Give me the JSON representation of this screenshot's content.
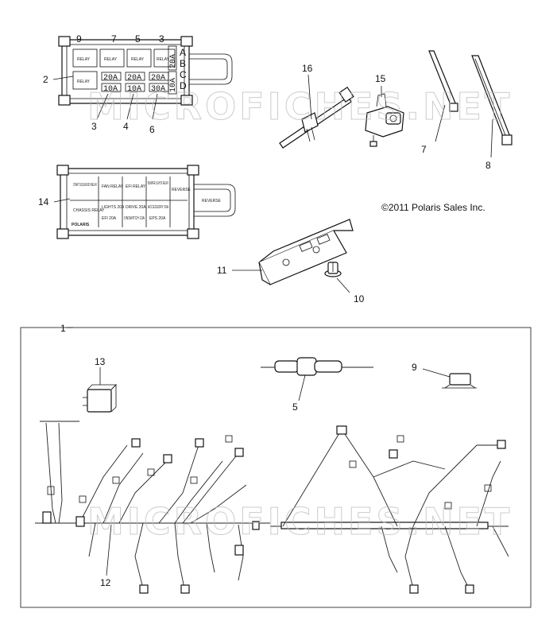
{
  "callouts": {
    "c1": "1",
    "c2": "2",
    "c3": "3",
    "c4": "4",
    "c5": "5",
    "c6": "6",
    "c7": "7",
    "c8": "8",
    "c9": "9",
    "c10": "10",
    "c11": "11",
    "c12": "12",
    "c13": "13",
    "c14": "14",
    "c15": "15",
    "c16": "16"
  },
  "copyright": "©2011 Polaris Sales Inc.",
  "watermark": "MICROFICHES.NET",
  "fuse_box_top": {
    "top_numbers": [
      "9",
      "7",
      "5",
      "3"
    ],
    "row_letters": [
      "A",
      "B",
      "C",
      "D"
    ],
    "relay_label": "RELAY",
    "side_fuse": "20A",
    "side_fuse_2": "10A",
    "fuses": [
      "20A",
      "20A",
      "20A",
      "10A",
      "10A",
      "30A"
    ]
  },
  "fuse_box_cover": {
    "cells": [
      "START SOLENOID RELAY",
      "FAN RELAY",
      "EFI RELAY",
      "BUMPER LIGHTS RELAY",
      "CHASSIS RELAY",
      "LIGHTS 20A",
      "DRIVE 20A",
      "ACCESSORY 20A",
      "EFI 20A",
      "ONSWITCH 10A",
      "EPS 20A"
    ],
    "side_label": "REVERSE",
    "side_label_2": "REVERSE",
    "brand": "POLARIS"
  }
}
